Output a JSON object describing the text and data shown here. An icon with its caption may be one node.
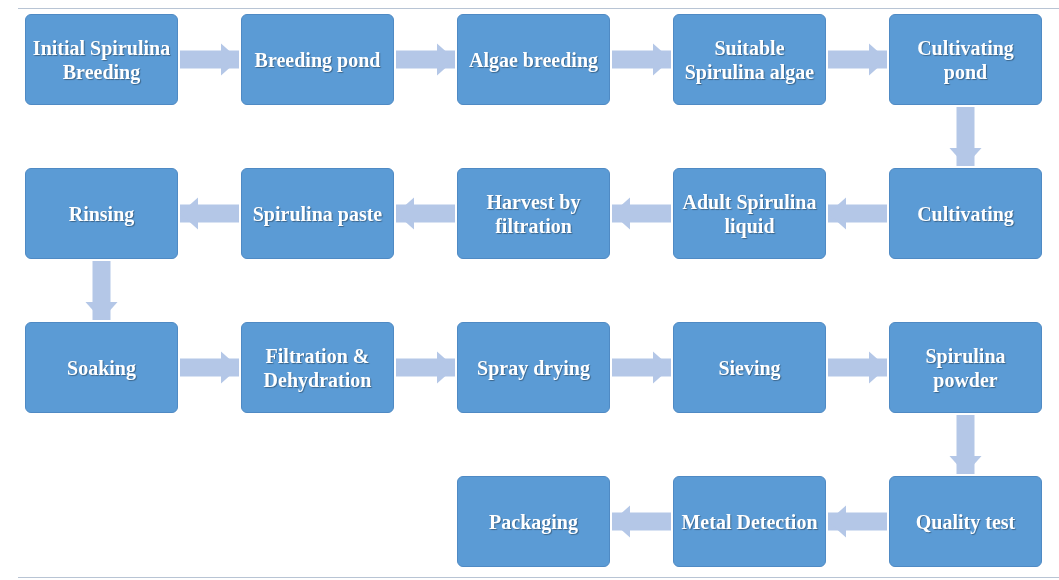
{
  "diagram": {
    "nodes": [
      {
        "text": [
          "Initial Spirulina Breeding"
        ]
      },
      {
        "text": [
          "Breeding pond"
        ]
      },
      {
        "text": [
          "Algae breeding"
        ]
      },
      {
        "text": [
          "Suitable Spirulina algae"
        ]
      },
      {
        "text": [
          "Cultivating pond"
        ]
      },
      {
        "text": [
          "Cultivating"
        ]
      },
      {
        "text": [
          "Adult Spirulina liquid"
        ]
      },
      {
        "text": [
          "Harvest by filtration"
        ]
      },
      {
        "text": [
          "Spirulina paste"
        ]
      },
      {
        "text": [
          "Rinsing"
        ]
      },
      {
        "text": [
          "Soaking"
        ]
      },
      {
        "text": [
          "Filtration & Dehydration"
        ]
      },
      {
        "text": [
          "Spray drying"
        ]
      },
      {
        "text": [
          "Sieving"
        ]
      },
      {
        "text": [
          "Spirulina powder"
        ]
      },
      {
        "text": [
          "Quality test"
        ]
      },
      {
        "text": [
          "Metal Detection"
        ]
      },
      {
        "text": [
          "Packaging"
        ]
      }
    ],
    "edges": [
      {
        "from": 0,
        "to": 1,
        "arrow": "to"
      },
      {
        "from": 1,
        "to": 2,
        "arrow": "to"
      },
      {
        "from": 2,
        "to": 3,
        "arrow": "to"
      },
      {
        "from": 3,
        "to": 4,
        "arrow": "to"
      },
      {
        "from": 4,
        "to": 5,
        "arrow": "to"
      },
      {
        "from": 5,
        "to": 6,
        "arrow": "to"
      },
      {
        "from": 6,
        "to": 7,
        "arrow": "to"
      },
      {
        "from": 7,
        "to": 8,
        "arrow": "to"
      },
      {
        "from": 8,
        "to": 9,
        "arrow": "to"
      },
      {
        "from": 9,
        "to": 10,
        "arrow": "to"
      },
      {
        "from": 10,
        "to": 11,
        "arrow": "to"
      },
      {
        "from": 11,
        "to": 12,
        "arrow": "to"
      },
      {
        "from": 12,
        "to": 13,
        "arrow": "to"
      },
      {
        "from": 13,
        "to": 14,
        "arrow": "to"
      },
      {
        "from": 14,
        "to": 15,
        "arrow": "to"
      },
      {
        "from": 15,
        "to": 16,
        "arrow": "to"
      },
      {
        "from": 16,
        "to": 17,
        "arrow": "to"
      }
    ]
  }
}
